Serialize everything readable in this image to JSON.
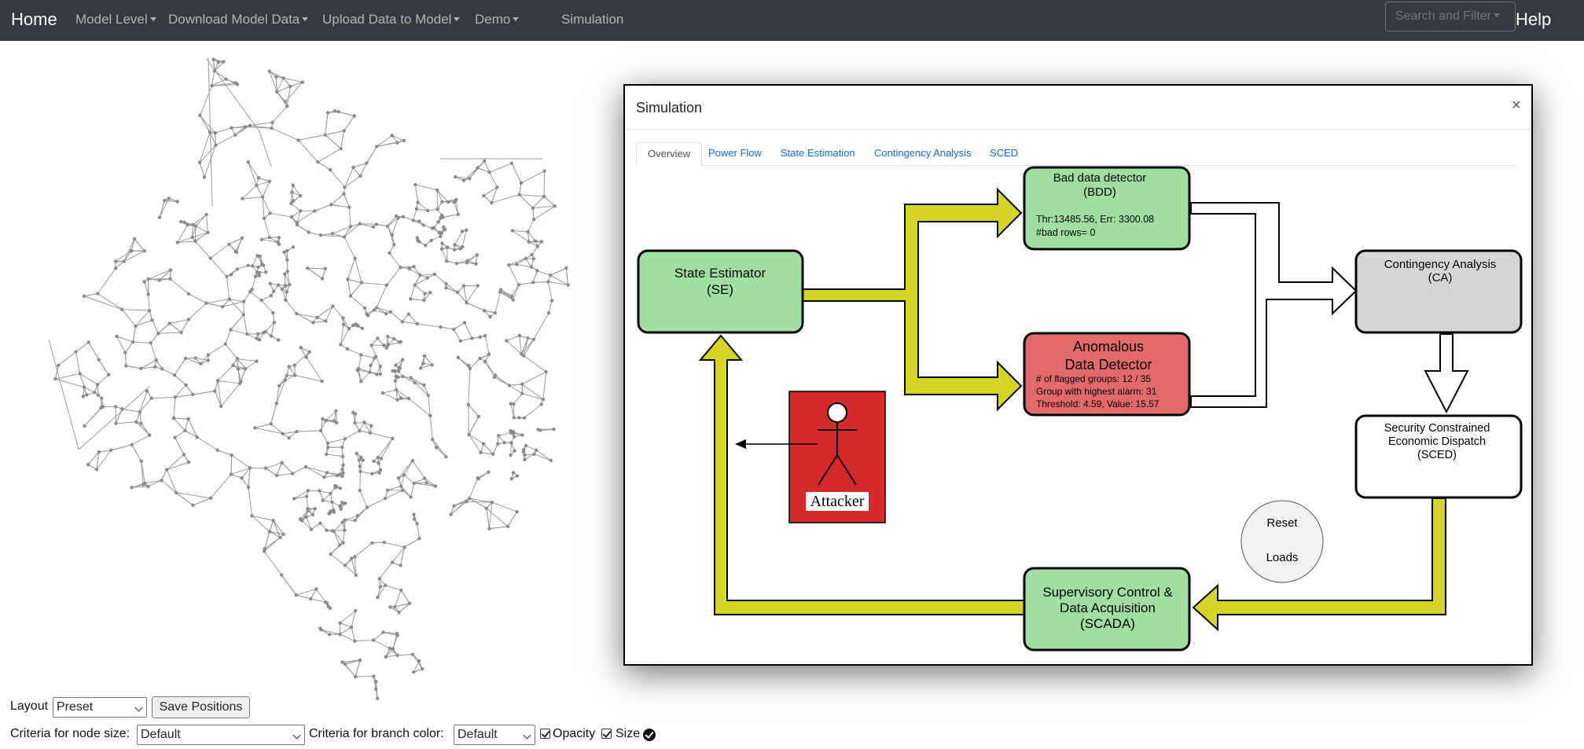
{
  "navbar": {
    "brand": "Home",
    "items": [
      {
        "label": "Model Level",
        "dropdown": true
      },
      {
        "label": "Download Model Data",
        "dropdown": true
      },
      {
        "label": "Upload Data to Model",
        "dropdown": true
      },
      {
        "label": "Demo",
        "dropdown": true
      },
      {
        "label": "Simulation",
        "dropdown": false
      }
    ],
    "search_placeholder": "Search and Filter",
    "help": "Help"
  },
  "modal": {
    "title": "Simulation",
    "close": "×",
    "tabs": [
      "Overview",
      "Power Flow",
      "State Estimation",
      "Contingency Analysis",
      "SCED"
    ],
    "active_tab": "Overview"
  },
  "diagram": {
    "state_estimator": [
      "State Estimator",
      "(SE)"
    ],
    "bdd": {
      "title": [
        "Bad data detector",
        "(BDD)"
      ],
      "stats": [
        "Thr:13485.56, Err: 3300.08",
        "#bad rows= 0"
      ]
    },
    "add": {
      "title": [
        "Anomalous",
        "Data Detector"
      ],
      "stats": [
        "# of flagged groups: 12 / 35",
        "Group with highest alarm: 31",
        "Threshold: 4.59, Value: 15.57"
      ]
    },
    "ca": [
      "Contingency Analysis",
      "(CA)"
    ],
    "sced": [
      "Security Constrained",
      "Economic Dispatch",
      "(SCED)"
    ],
    "scada": [
      "Supervisory Control &",
      "Data Acquisition",
      "(SCADA)"
    ],
    "attacker": "Attacker",
    "reset": [
      "Reset",
      "Loads"
    ],
    "colors": {
      "green": "#a0df9f",
      "red": "#e26a6a",
      "gray": "#d6d6d6",
      "arrow": "#d5d527",
      "attacker": "#d62a2a"
    }
  },
  "controls": {
    "layout_label": "Layout",
    "layout_value": "Preset",
    "save_button": "Save Positions",
    "node_size_label": "Criteria for node size:",
    "node_size_value": "Default",
    "branch_color_label": "Criteria for branch color:",
    "branch_color_value": "Default",
    "opacity_label": "Opacity",
    "size_label": "Size"
  }
}
